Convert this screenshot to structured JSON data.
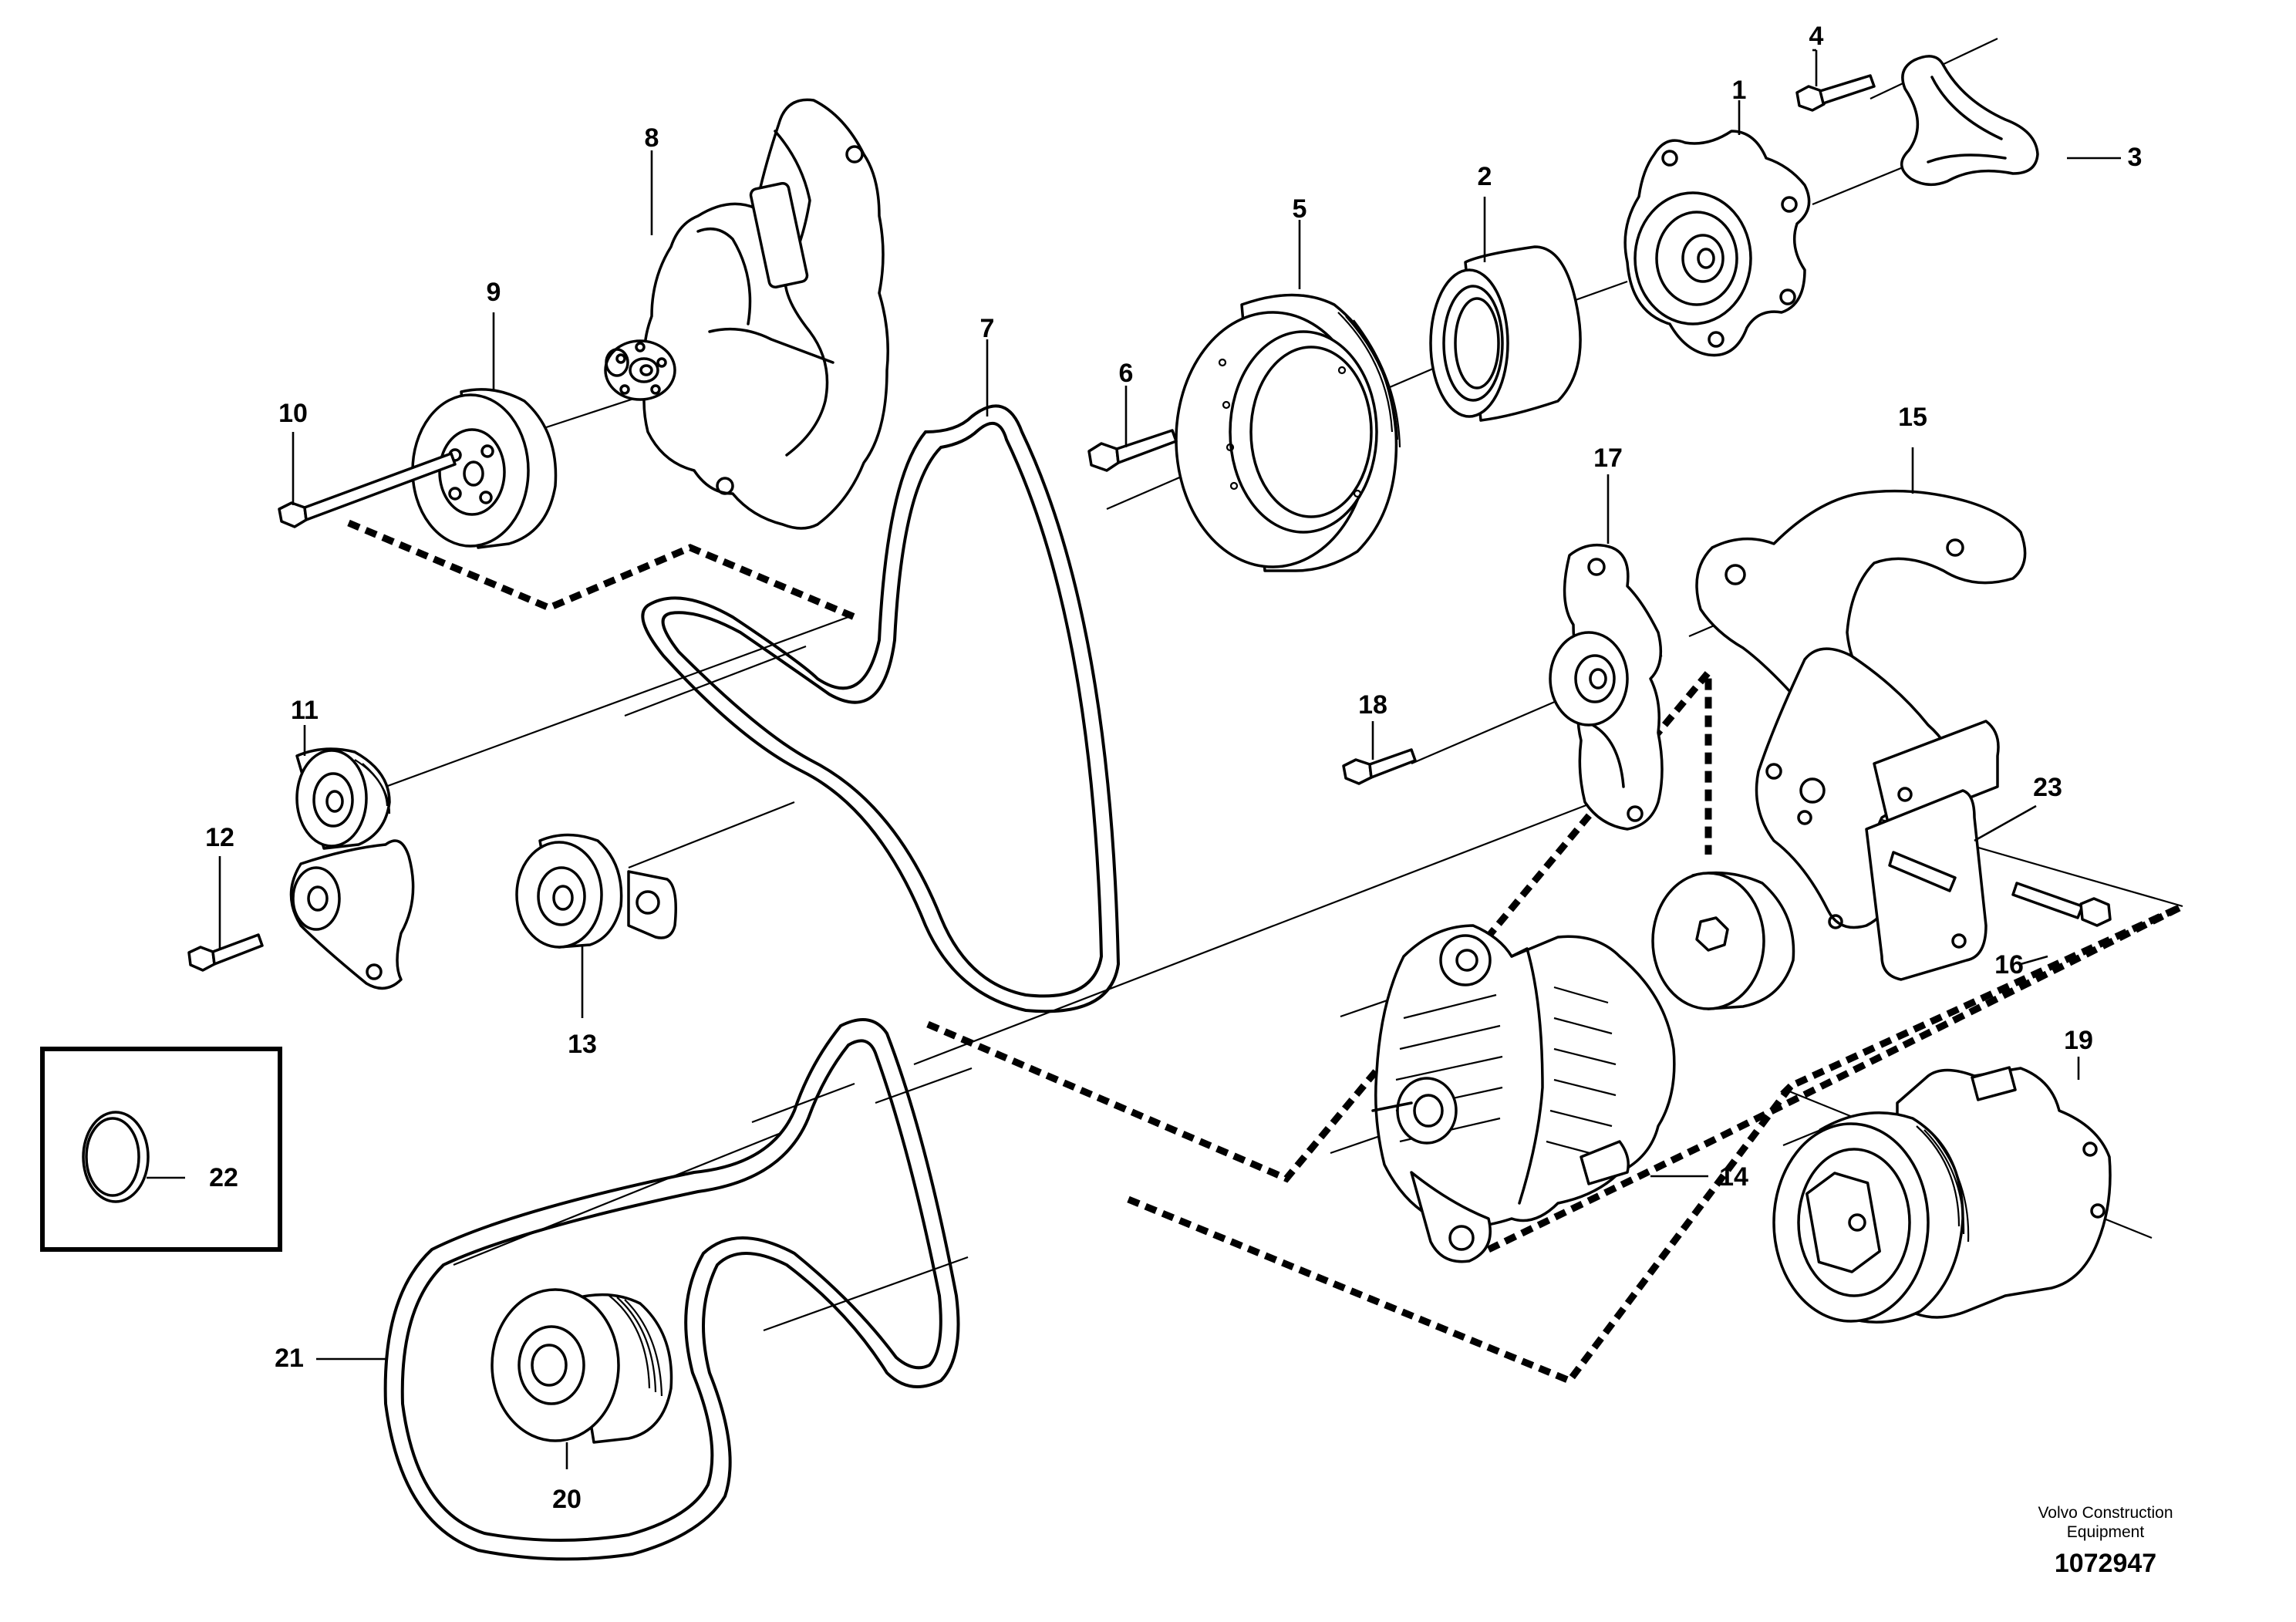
{
  "labels": {
    "p1": "1",
    "p2": "2",
    "p3": "3",
    "p4": "4",
    "p5": "5",
    "p6": "6",
    "p7": "7",
    "p8": "8",
    "p9": "9",
    "p10": "10",
    "p11": "11",
    "p12": "12",
    "p13": "13",
    "p14": "14",
    "p15": "15",
    "p16": "16",
    "p17": "17",
    "p18": "18",
    "p19": "19",
    "p20": "20",
    "p21": "21",
    "p22": "22",
    "p23": "23"
  },
  "footer": {
    "line1": "Volvo Construction",
    "line2": "Equipment",
    "number": "1072947"
  }
}
